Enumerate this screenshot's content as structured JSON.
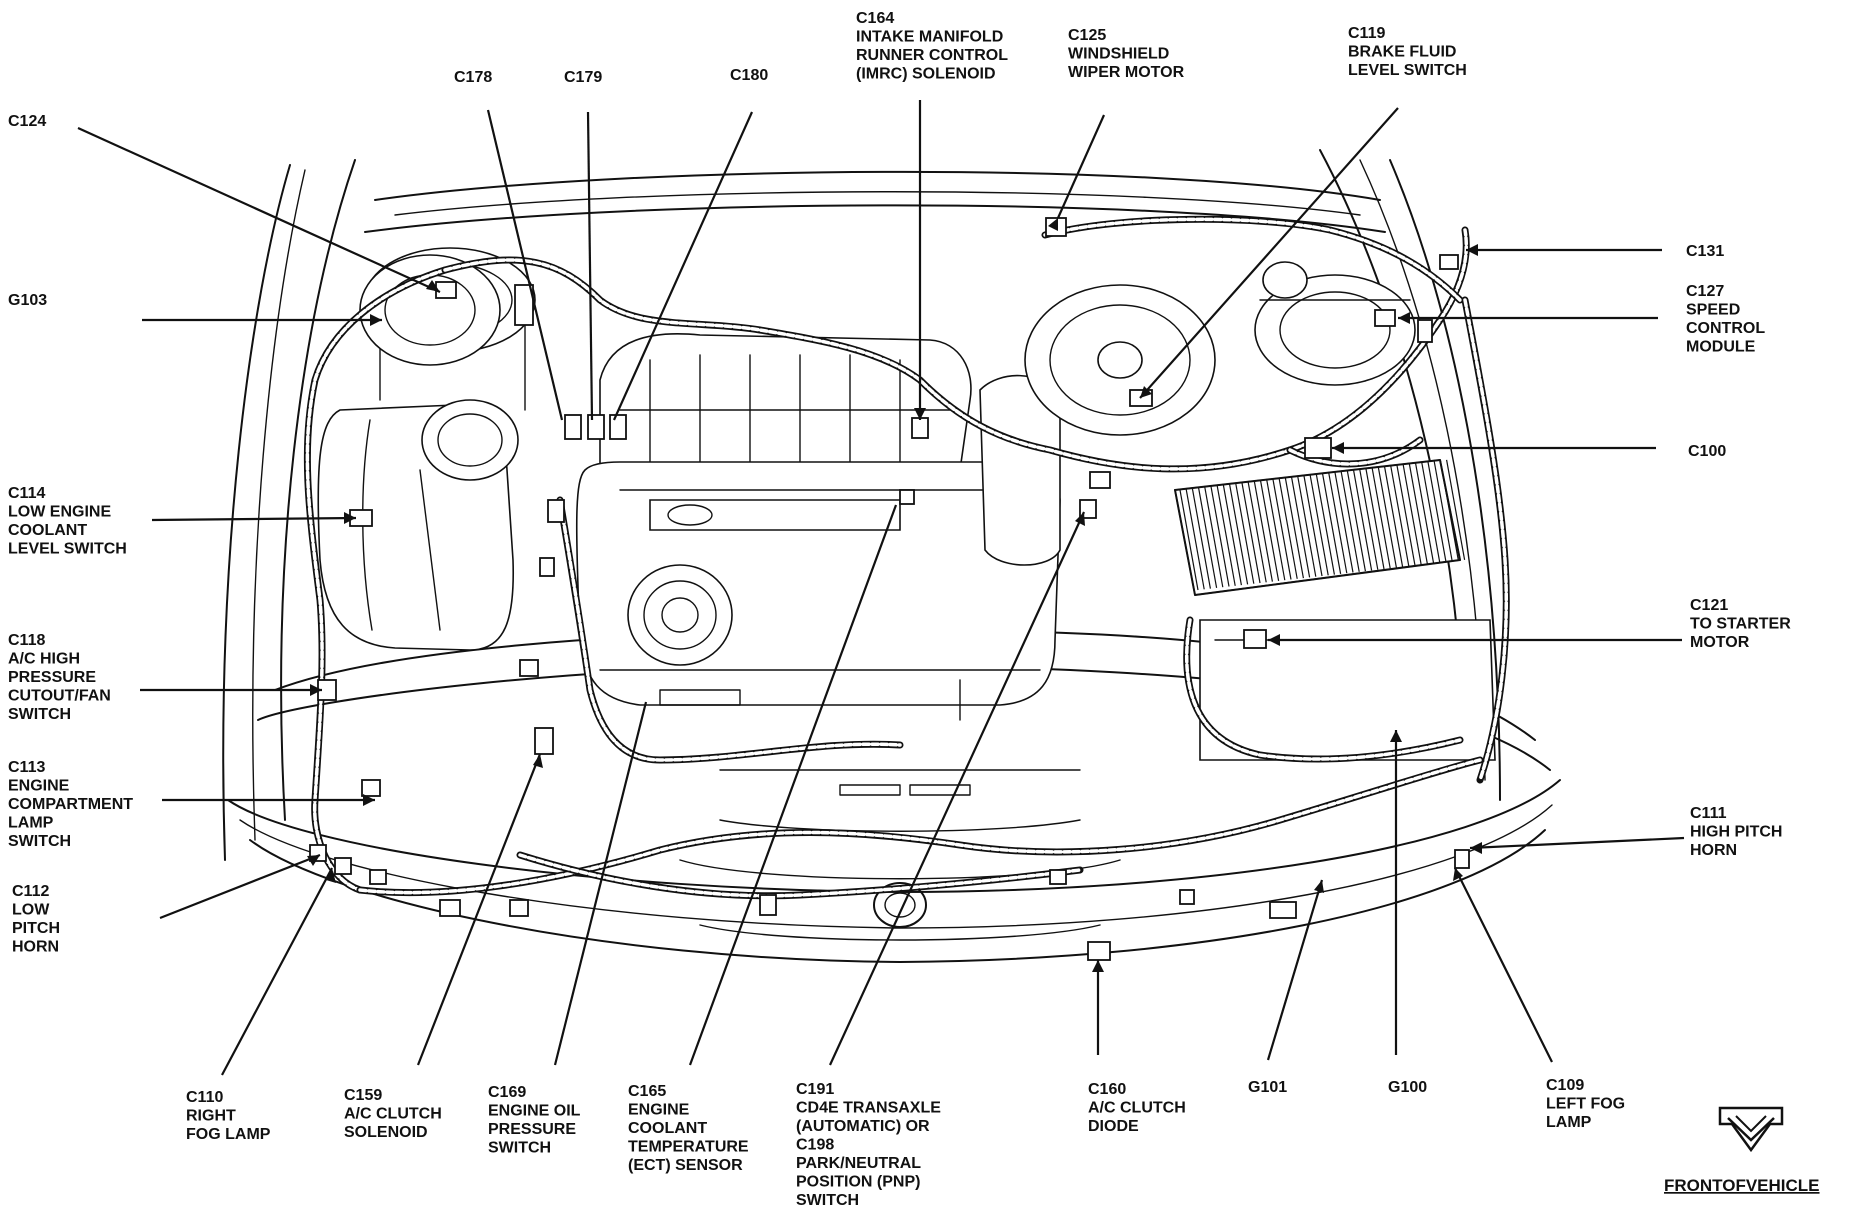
{
  "labels": {
    "c124": [
      "C124"
    ],
    "g103": [
      "G103"
    ],
    "c114": [
      "C114",
      "LOW ENGINE",
      "COOLANT",
      "LEVEL SWITCH"
    ],
    "c118": [
      "C118",
      "A/C HIGH",
      "PRESSURE",
      "CUTOUT/FAN",
      "SWITCH"
    ],
    "c113": [
      "C113",
      "ENGINE",
      "COMPARTMENT",
      "LAMP",
      "SWITCH"
    ],
    "c112": [
      "C112",
      "LOW",
      "PITCH",
      "HORN"
    ],
    "c178": [
      "C178"
    ],
    "c179": [
      "C179"
    ],
    "c180": [
      "C180"
    ],
    "c164": [
      "C164",
      "INTAKE MANIFOLD",
      "RUNNER CONTROL",
      "(IMRC) SOLENOID"
    ],
    "c125": [
      "C125",
      "WINDSHIELD",
      "WIPER MOTOR"
    ],
    "c119": [
      "C119",
      "BRAKE FLUID",
      "LEVEL SWITCH"
    ],
    "c131": [
      "C131"
    ],
    "c127": [
      "C127",
      "SPEED",
      "CONTROL",
      "MODULE"
    ],
    "c100": [
      "C100"
    ],
    "c121": [
      "C121",
      "TO STARTER",
      "MOTOR"
    ],
    "c111": [
      "C111",
      "HIGH PITCH",
      "HORN"
    ],
    "c110": [
      "C110",
      "RIGHT",
      "FOG LAMP"
    ],
    "c159": [
      "C159",
      "A/C CLUTCH",
      "SOLENOID"
    ],
    "c169": [
      "C169",
      "ENGINE OIL",
      "PRESSURE",
      "SWITCH"
    ],
    "c165": [
      "C165",
      "ENGINE",
      "COOLANT",
      "TEMPERATURE",
      "(ECT) SENSOR"
    ],
    "c191": [
      "C191",
      "CD4E TRANSAXLE",
      "(AUTOMATIC) OR",
      "C198",
      "PARK/NEUTRAL",
      "POSITION (PNP)",
      "SWITCH"
    ],
    "c160": [
      "C160",
      "A/C CLUTCH",
      "DIODE"
    ],
    "g101": [
      "G101"
    ],
    "g100": [
      "G100"
    ],
    "c109": [
      "C109",
      "LEFT FOG",
      "LAMP"
    ]
  },
  "footer": {
    "front_of_vehicle": "FRONTOFVEHICLE"
  },
  "icons": {
    "front_arrow": "down-chevron-arrow-icon"
  }
}
